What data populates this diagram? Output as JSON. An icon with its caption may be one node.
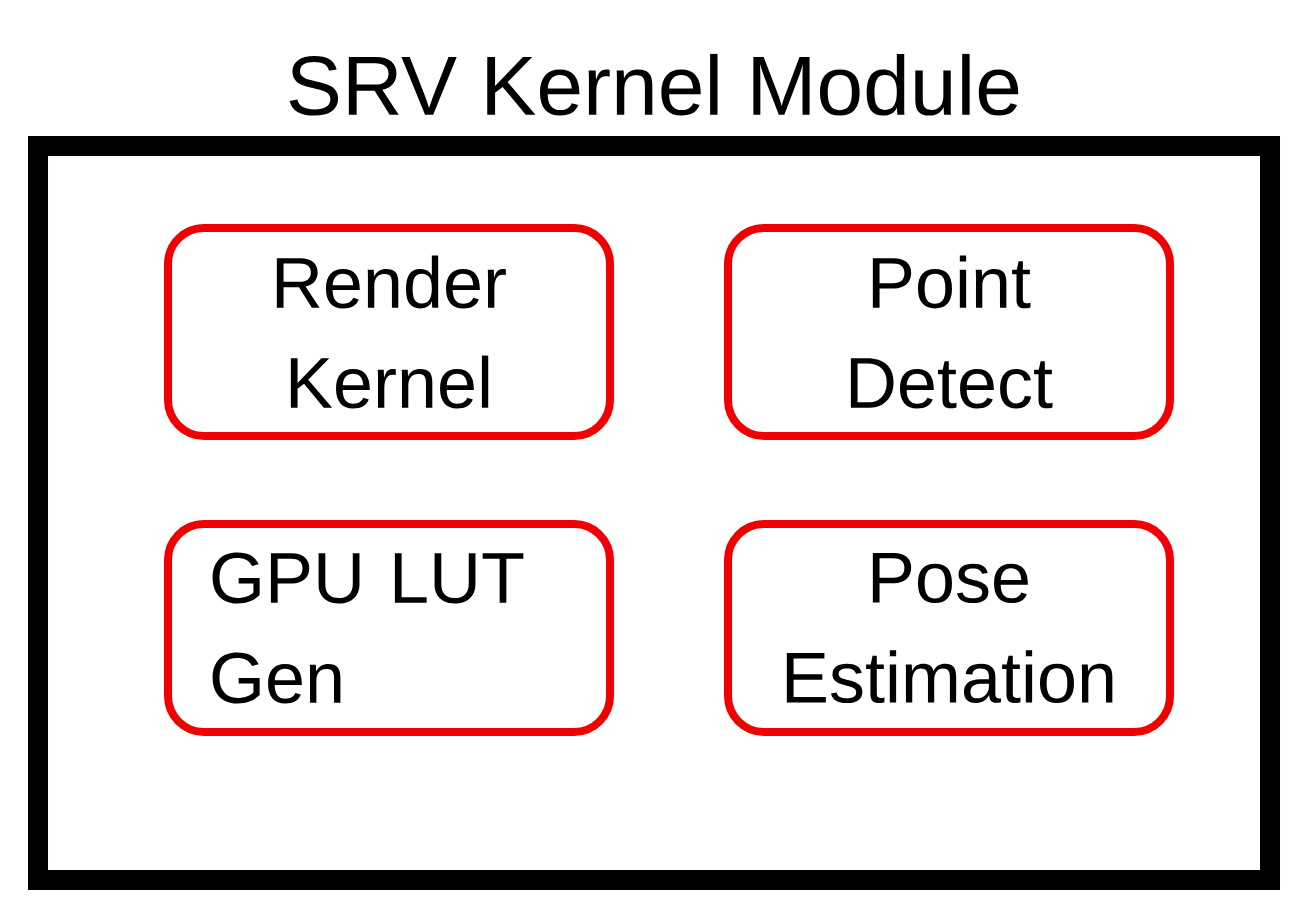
{
  "diagram": {
    "nodes": [
      {
        "text": [
          "SRV Kernel Module"
        ]
      },
      {
        "text": [
          "Render Kernel"
        ],
        "in": 0
      },
      {
        "text": [
          "Point Detect"
        ],
        "in": 0
      },
      {
        "text": [
          "GPU LUT Gen"
        ],
        "in": 0
      },
      {
        "text": [
          "Pose Estimation"
        ],
        "in": 0
      }
    ]
  }
}
